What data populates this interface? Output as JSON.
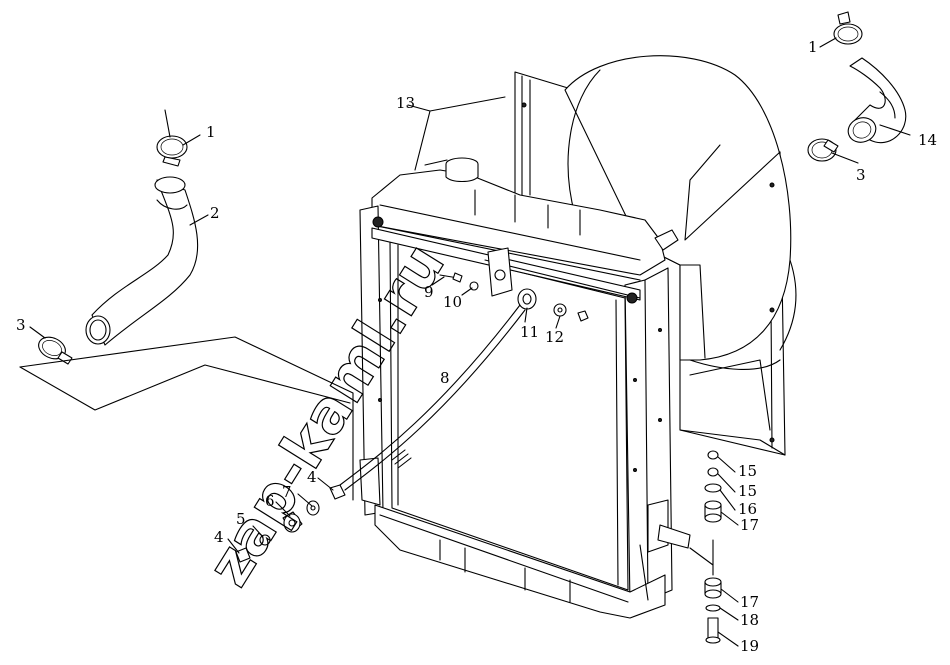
{
  "watermark": {
    "text": "zap-kaml.ru"
  },
  "callouts": [
    {
      "id": "c1a",
      "label": "1"
    },
    {
      "id": "c2",
      "label": "2"
    },
    {
      "id": "c3a",
      "label": "3"
    },
    {
      "id": "c1b",
      "label": "1"
    },
    {
      "id": "c14",
      "label": "14"
    },
    {
      "id": "c3b",
      "label": "3"
    },
    {
      "id": "c13",
      "label": "13"
    },
    {
      "id": "c9",
      "label": "9"
    },
    {
      "id": "c10",
      "label": "10"
    },
    {
      "id": "c11",
      "label": "11"
    },
    {
      "id": "c12",
      "label": "12"
    },
    {
      "id": "c8",
      "label": "8"
    },
    {
      "id": "c4a",
      "label": "4"
    },
    {
      "id": "c7",
      "label": "7"
    },
    {
      "id": "c6",
      "label": "6"
    },
    {
      "id": "c5",
      "label": "5"
    },
    {
      "id": "c4b",
      "label": "4"
    },
    {
      "id": "c15a",
      "label": "15"
    },
    {
      "id": "c15b",
      "label": "15"
    },
    {
      "id": "c16",
      "label": "16"
    },
    {
      "id": "c17a",
      "label": "17"
    },
    {
      "id": "c17b",
      "label": "17"
    },
    {
      "id": "c18",
      "label": "18"
    },
    {
      "id": "c19",
      "label": "19"
    }
  ]
}
